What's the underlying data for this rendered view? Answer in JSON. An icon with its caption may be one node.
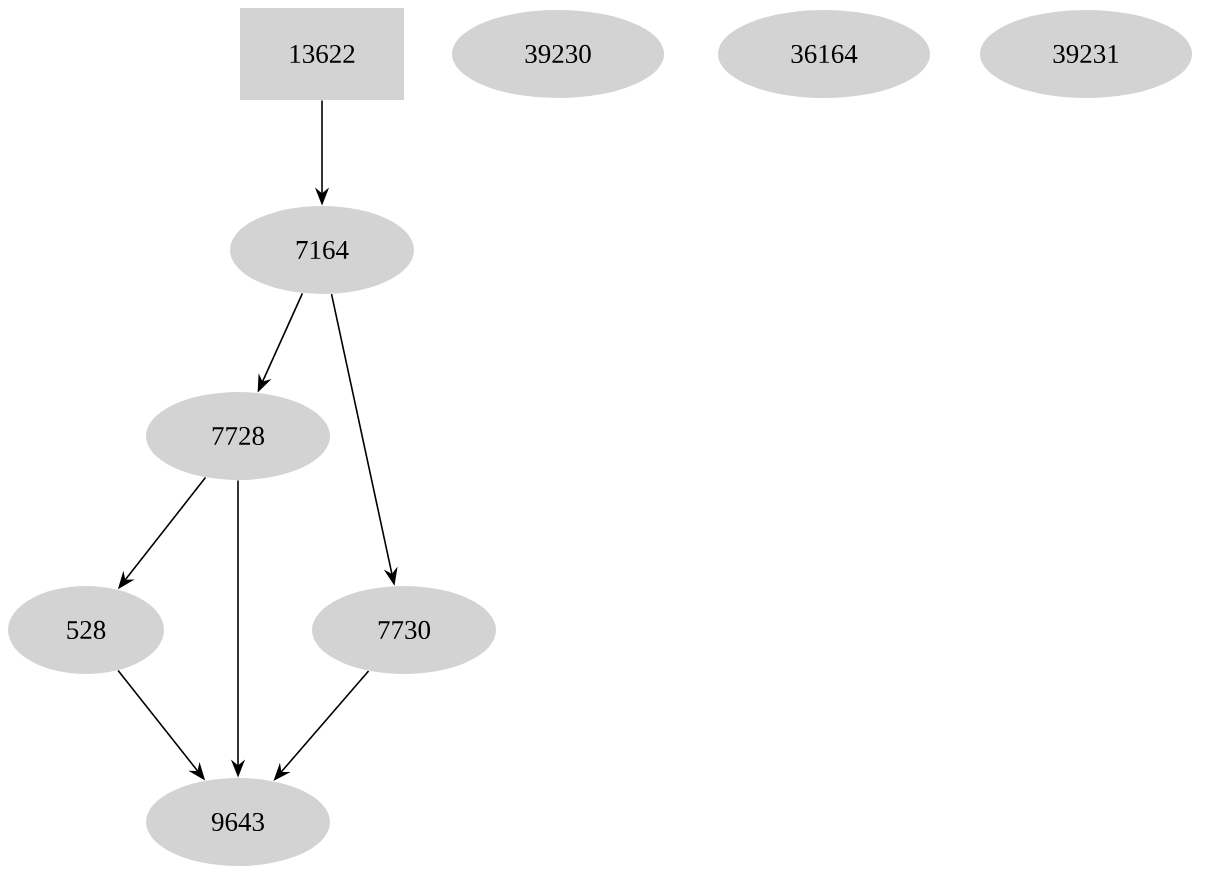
{
  "diagram": {
    "nodes": [
      {
        "text": [
          "13622"
        ]
      },
      {
        "text": [
          "39230"
        ]
      },
      {
        "text": [
          "36164"
        ]
      },
      {
        "text": [
          "39231"
        ]
      },
      {
        "text": [
          "7164"
        ]
      },
      {
        "text": [
          "7728"
        ]
      },
      {
        "text": [
          "528"
        ]
      },
      {
        "text": [
          "7730"
        ]
      },
      {
        "text": [
          "9643"
        ]
      }
    ],
    "edges": [
      {
        "from": 0,
        "to": 4,
        "arrow": "to"
      },
      {
        "from": 4,
        "to": 5,
        "arrow": "to"
      },
      {
        "from": 4,
        "to": 7,
        "arrow": "to"
      },
      {
        "from": 5,
        "to": 6,
        "arrow": "to"
      },
      {
        "from": 5,
        "to": 8,
        "arrow": "to"
      },
      {
        "from": 6,
        "to": 8,
        "arrow": "to"
      },
      {
        "from": 7,
        "to": 8,
        "arrow": "to"
      }
    ]
  }
}
